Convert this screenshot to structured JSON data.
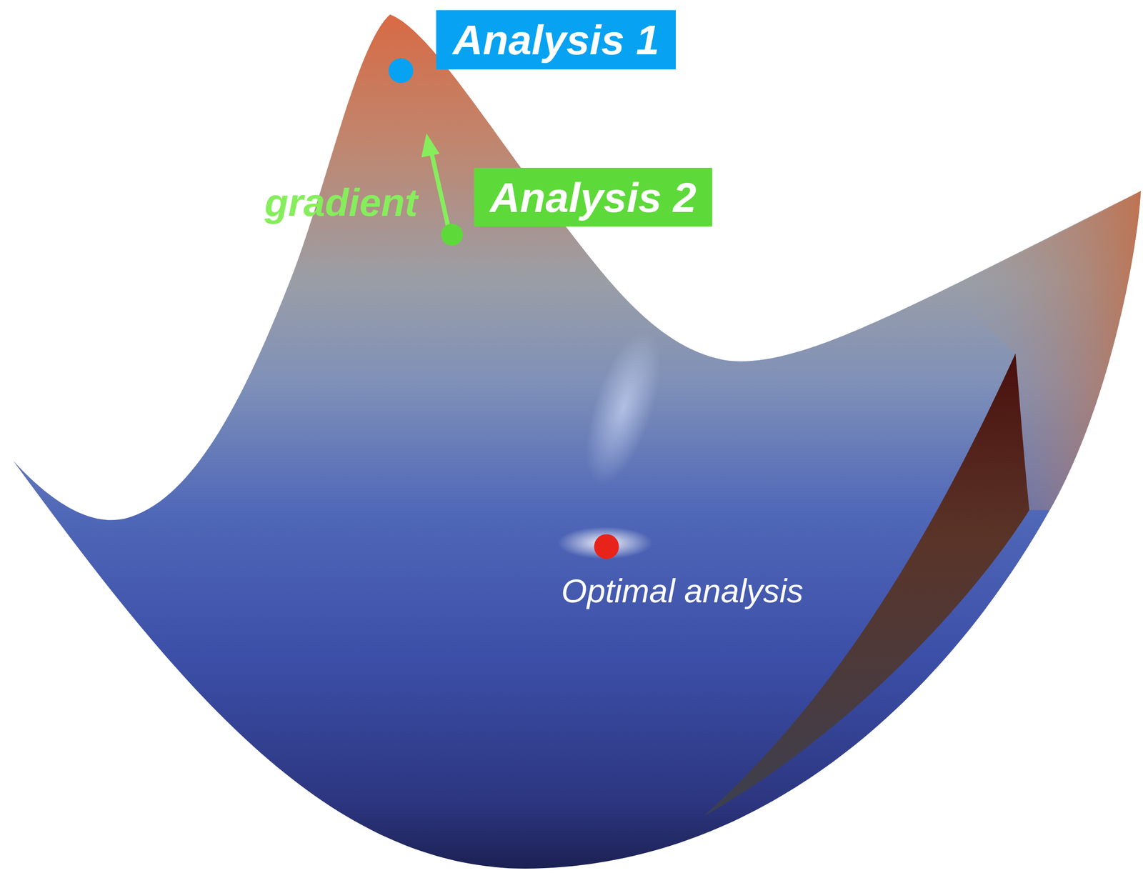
{
  "diagram": {
    "nodes": [
      {
        "text": [
          "Analysis 1"
        ]
      },
      {
        "text": [
          "Analysis 2"
        ]
      }
    ],
    "labels": [
      "gradient",
      "Optimal analysis"
    ]
  }
}
